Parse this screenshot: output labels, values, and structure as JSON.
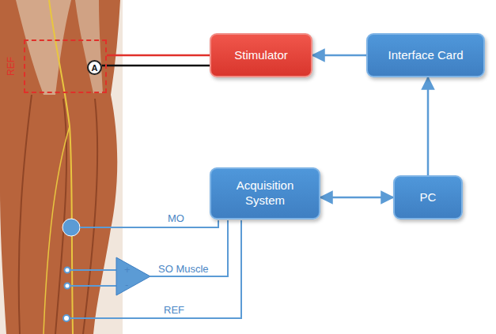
{
  "diagram": {
    "nodes": [
      {
        "text": [
          "REF"
        ]
      },
      {
        "text": [
          "A"
        ],
        "in": 0
      },
      {
        "text": [
          "Stimulator"
        ]
      },
      {
        "text": [
          "Interface Card"
        ]
      },
      {
        "text": [
          "Acquisition System"
        ]
      },
      {
        "text": [
          "PC"
        ]
      }
    ],
    "edges": [
      {
        "from": 0,
        "to": 2,
        "arrow": "none"
      },
      {
        "from": 1,
        "to": 2,
        "arrow": "none"
      },
      {
        "from": 3,
        "to": 2,
        "arrow": "to"
      },
      {
        "from": 5,
        "to": 3,
        "arrow": "to"
      },
      {
        "from": 4,
        "to": 5,
        "arrow": "both"
      }
    ],
    "labels": [
      "MO",
      "+",
      "-",
      "SO Muscle",
      "REF"
    ]
  }
}
